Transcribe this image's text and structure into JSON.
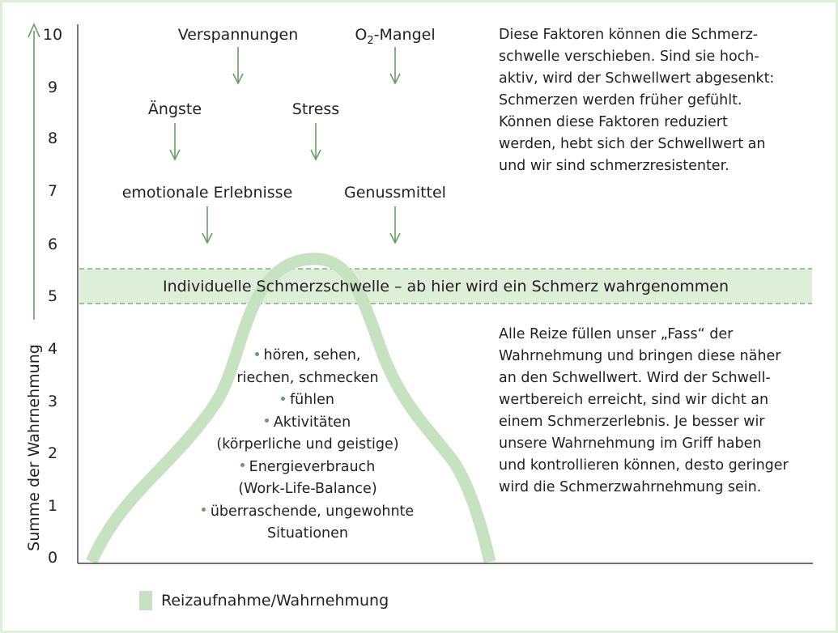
{
  "y_axis": {
    "label": "Summe der Wahrnehmung",
    "ticks": [
      "10",
      "9",
      "8",
      "7",
      "6",
      "5",
      "4",
      "3",
      "2",
      "1",
      "0"
    ]
  },
  "factors": [
    {
      "label": "Verspannungen"
    },
    {
      "label_main": "O",
      "label_sub": "2",
      "label_rest": "-Mangel"
    },
    {
      "label": "Ängste"
    },
    {
      "label": "Stress"
    },
    {
      "label": "emotionale Erlebnisse"
    },
    {
      "label": "Genussmittel"
    }
  ],
  "threshold_band": {
    "label": "Individuelle Schmerzschwelle – ab hier wird ein Schmerz wahrgenommen"
  },
  "stimuli": [
    "hören, sehen,",
    "riechen, schmecken",
    "fühlen",
    "Aktivitäten",
    "(körperliche und geistige)",
    "Energieverbrauch",
    "(Work-Life-Balance)",
    "überraschende, ungewohnte",
    "Situationen"
  ],
  "note_top": [
    "Diese Faktoren können die Schmerz-",
    "schwelle verschieben. Sind sie hoch-",
    "aktiv, wird der Schwellwert abgesenkt:",
    "Schmerzen werden früher gefühlt.",
    "Können diese Faktoren reduziert",
    "werden, hebt sich der Schwellwert an",
    "und wir sind schmerzresistenter."
  ],
  "note_bottom": [
    "Alle Reize füllen unser „Fass“ der",
    "Wahrnehmung und bringen diese näher",
    "an den Schwellwert. Wird der Schwell-",
    "wertbereich erreicht, sind wir dicht an",
    "einem Schmerzerlebnis. Je besser wir",
    "unsere Wahrnehmung im Griff haben",
    "und kontrollieren können, desto geringer",
    "wird die Schmerzwahrnehmung sein."
  ],
  "legend": {
    "label": "Reizaufnahme/Wahrnehmung"
  },
  "colors": {
    "arrow": "#6c9a68",
    "curve": "#c6e2c0",
    "band": "#deefd9",
    "band_dash": "#7faf7a",
    "frame": "#dcefd7"
  }
}
